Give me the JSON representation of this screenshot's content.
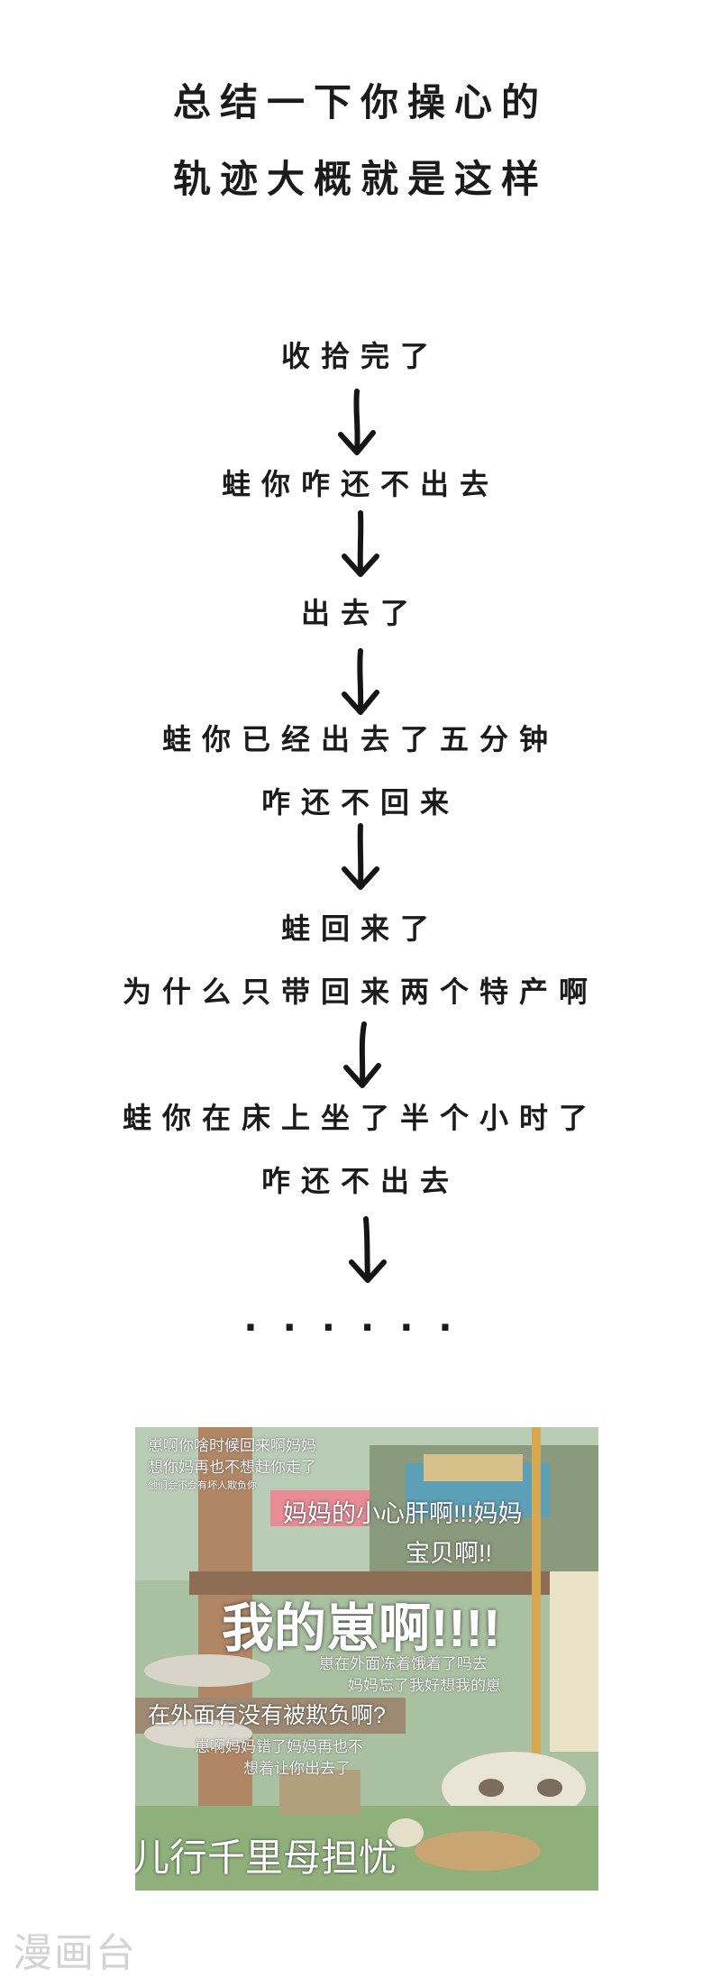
{
  "title": {
    "line1": "总结一下你操心的",
    "line2": "轨迹大概就是这样"
  },
  "flow": {
    "l1": "收拾完了",
    "l2": "蛙你咋还不出去",
    "l3": "出去了",
    "l4": "蛙你已经出去了五分钟",
    "l5": "咋还不回来",
    "l6": "蛙回来了",
    "l7": "为什么只带回来两个特产啊",
    "l8": "蛙你在床上坐了半个小时了",
    "l9": "咋还不出去",
    "dots": "......"
  },
  "meme": {
    "t1": "崽啊你啥时候回来啊妈妈",
    "t2": "想你妈再也不想赶你走了",
    "t3": "他们会不会有坏人欺负你",
    "t4": "妈妈的小心肝啊!!!妈妈",
    "t5": "宝贝啊!!",
    "t6": "我的崽啊!!!!",
    "t7": "崽在外面冻着饿着了吗去",
    "t8": "妈妈忘了我好想我的崽",
    "t9": "在外面有没有被欺负啊?",
    "t10": "崽啊妈妈错了妈妈再也不",
    "t11": "想着让你出去了",
    "t12": "儿行千里母担忧"
  },
  "watermark": "漫画台",
  "colors": {
    "text": "#1b1b1b",
    "watermark": "#d3d3d3"
  }
}
